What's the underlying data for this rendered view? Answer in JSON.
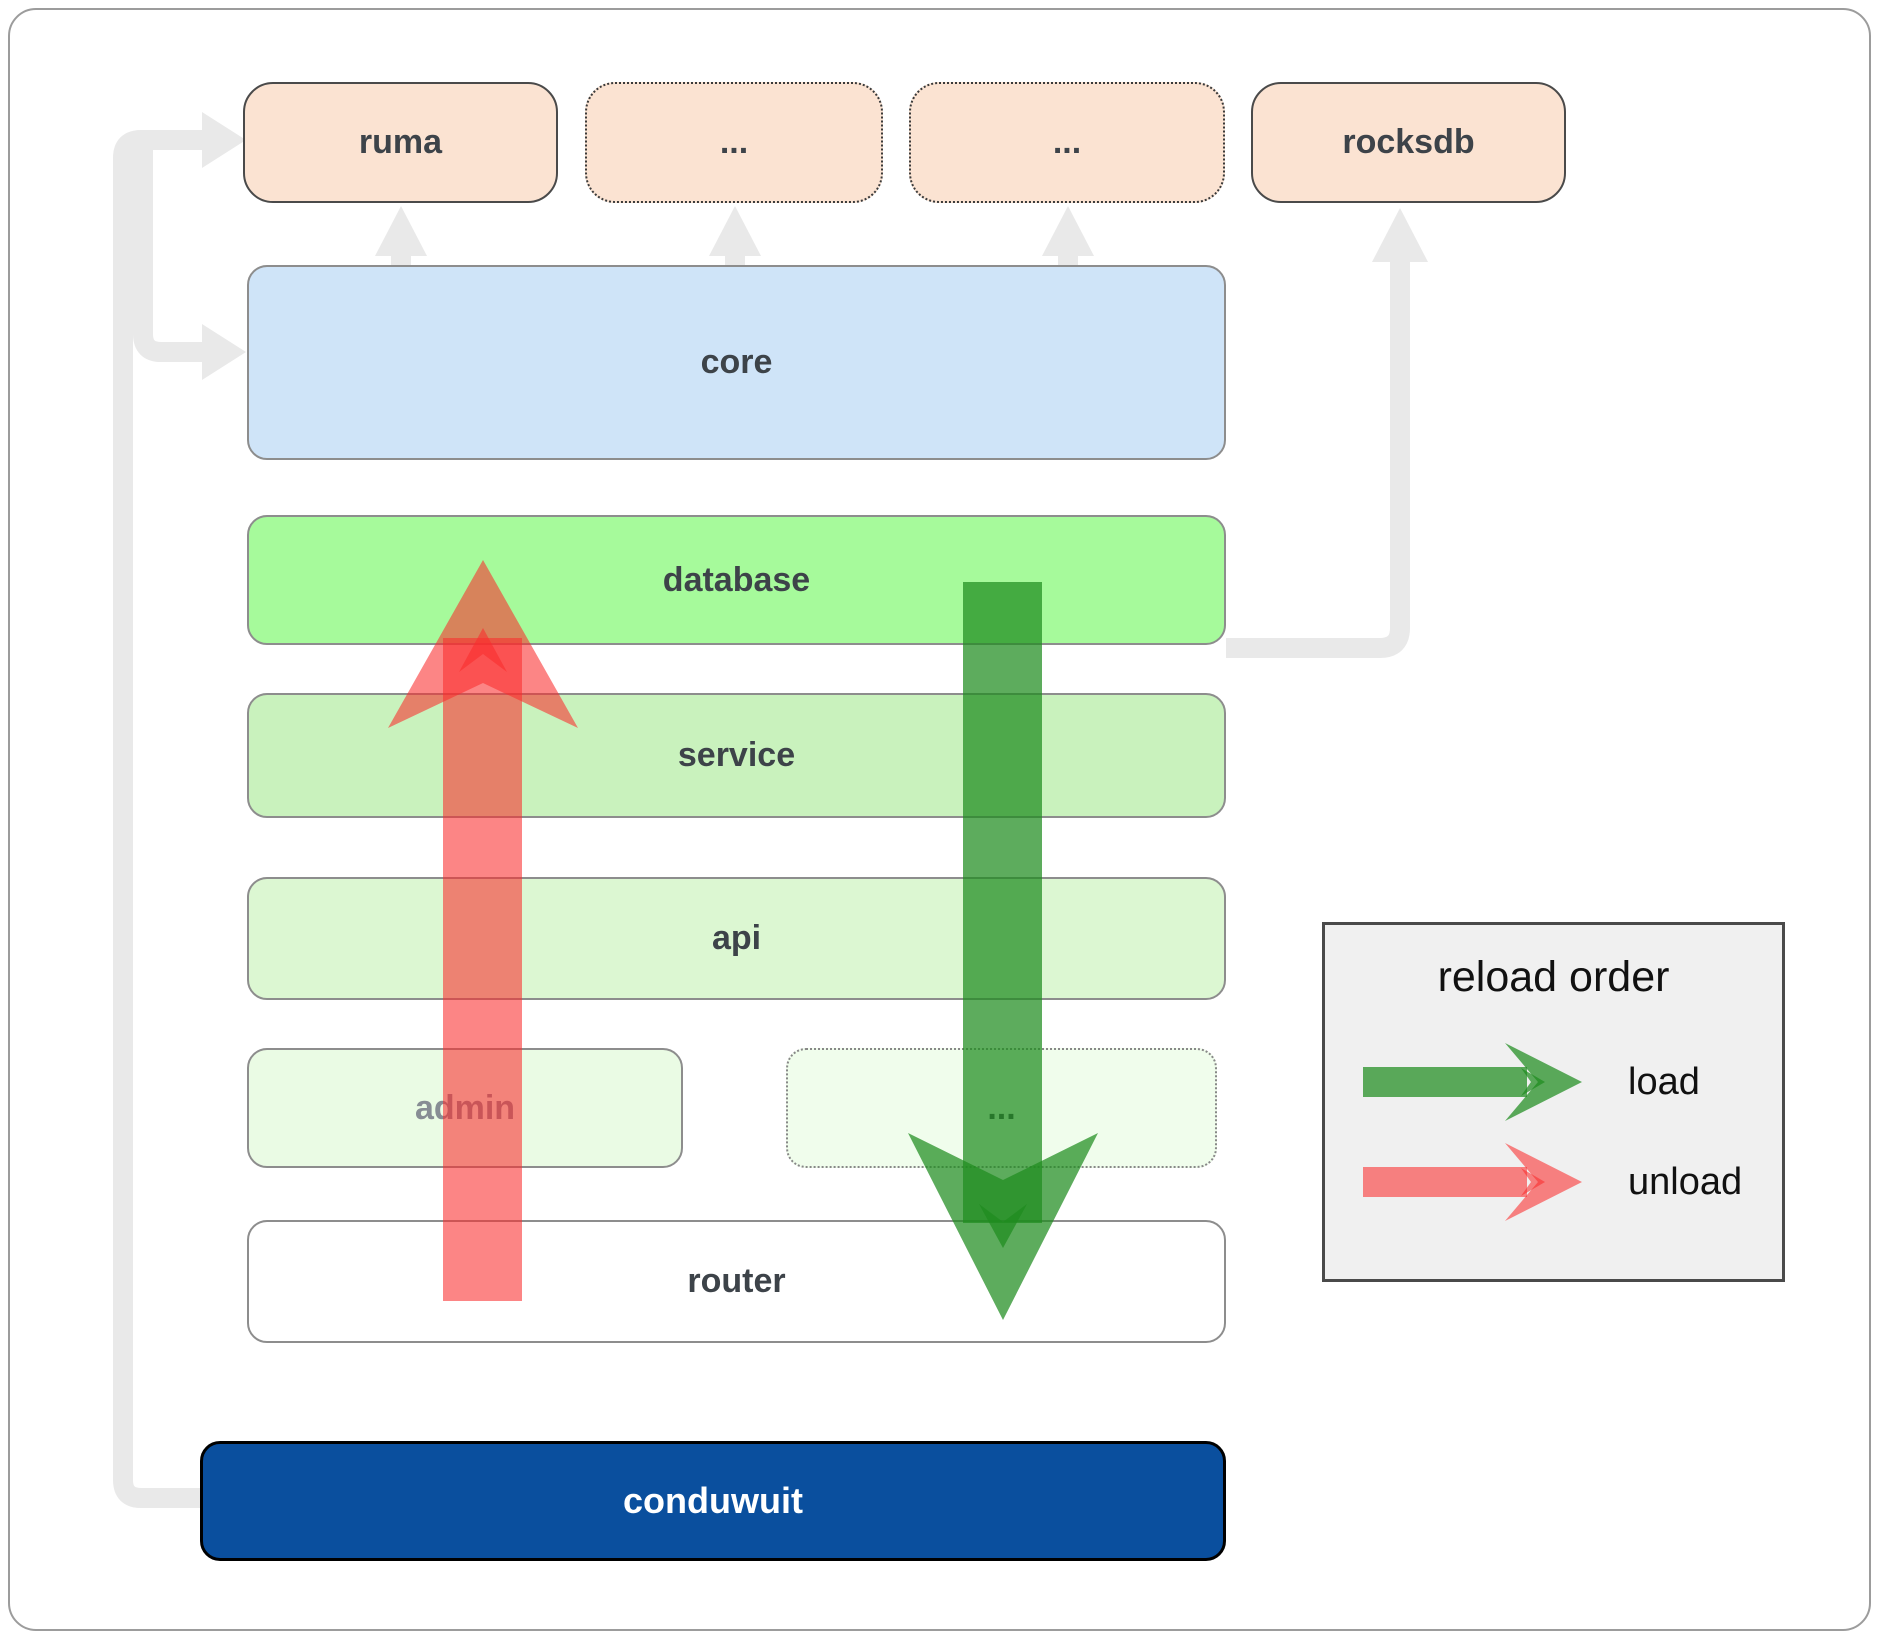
{
  "boxes": {
    "ruma": "ruma",
    "dep_more_1": "...",
    "dep_more_2": "...",
    "rocksdb": "rocksdb",
    "core": "core",
    "database": "database",
    "service": "service",
    "api": "api",
    "admin": "admin",
    "admin_more": "...",
    "router": "router",
    "conduwuit": "conduwuit"
  },
  "legend": {
    "title": "reload order",
    "load_label": "load",
    "unload_label": "unload"
  },
  "colors": {
    "dependency_fill": "#fbe3d2",
    "core_fill": "#cfe4f8",
    "database_fill": "#a6fa9b",
    "service_fill": "#c9f2bd",
    "api_fill": "#dcf7d2",
    "admin_fill": "#eafbe4",
    "admin_more_fill": "#f0fdec",
    "router_fill": "#ffffff",
    "conduwuit_fill": "#0a4f9e",
    "load_arrow_green": "rgba(30,140,30,0.72)",
    "unload_arrow_red": "rgba(250,45,45,0.58)",
    "connector_gray": "#e9e9e9"
  }
}
